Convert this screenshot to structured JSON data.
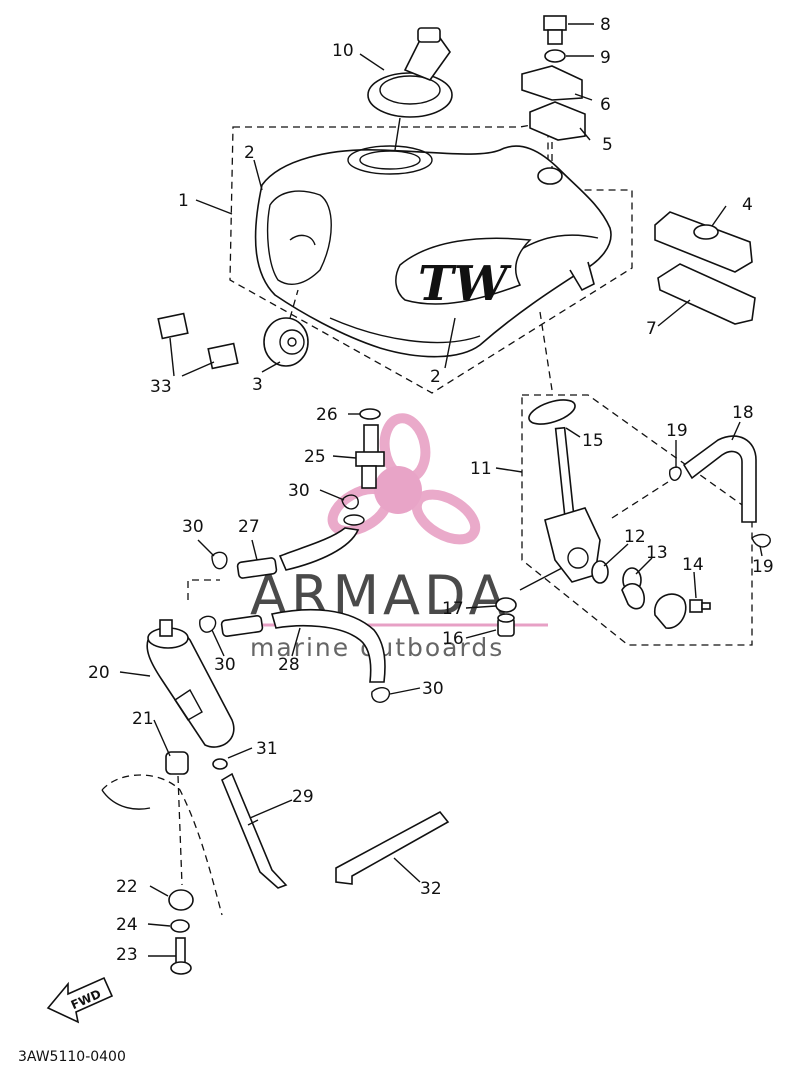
{
  "diagram_code": "3AW5110-0400",
  "emblem_text": "TW",
  "fwd_label": "FWD",
  "watermark": {
    "brand": "ARMADA",
    "tagline": "marine outboards",
    "logo_color": "#e9a6c8",
    "logo_center_color": "#e7a0c5"
  },
  "callouts": {
    "c1": "1",
    "c2a": "2",
    "c2b": "2",
    "c3": "3",
    "c4": "4",
    "c5": "5",
    "c6": "6",
    "c7": "7",
    "c8": "8",
    "c9": "9",
    "c10": "10",
    "c11": "11",
    "c12": "12",
    "c13": "13",
    "c14": "14",
    "c15": "15",
    "c16": "16",
    "c17": "17",
    "c18": "18",
    "c19a": "19",
    "c19b": "19",
    "c20": "20",
    "c21": "21",
    "c22": "22",
    "c23": "23",
    "c24": "24",
    "c25": "25",
    "c26": "26",
    "c27": "27",
    "c28": "28",
    "c29": "29",
    "c30a": "30",
    "c30b": "30",
    "c30c": "30",
    "c30d": "30",
    "c31": "31",
    "c32": "32",
    "c33": "33"
  }
}
